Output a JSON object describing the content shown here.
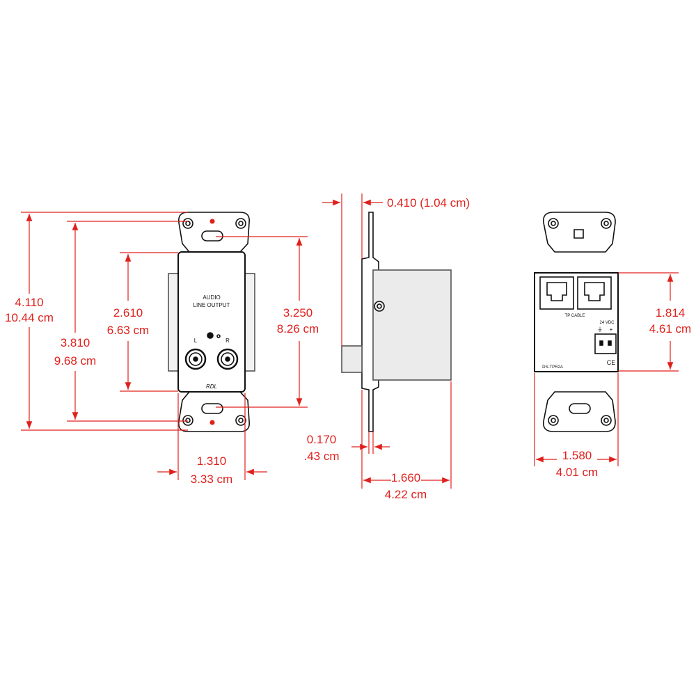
{
  "front": {
    "panel_title_line1": "AUDIO",
    "panel_title_line2": "LINE OUTPUT",
    "label_left": "L",
    "label_right": "R",
    "brand": "RDL"
  },
  "rear": {
    "jack_label": "TP CABLE",
    "power_label": "24 VDC",
    "power_plus": "+",
    "ground_symbol": "⏚",
    "model": "DS-TPR2A",
    "ce_mark": "CE"
  },
  "dimensions": {
    "overall_height_in": "4.110",
    "overall_height_cm": "10.44 cm",
    "mount_spacing_in": "3.810",
    "mount_spacing_cm": "9.68 cm",
    "panel_height_in": "2.610",
    "panel_height_cm": "6.63 cm",
    "screw_spacing_in": "3.250",
    "screw_spacing_cm": "8.26 cm",
    "panel_width_in": "1.310",
    "panel_width_cm": "3.33 cm",
    "front_depth": "0.410 (1.04 cm)",
    "plate_thickness_in": "0.170",
    "plate_thickness_cm": ".43 cm",
    "body_depth_in": "1.660",
    "body_depth_cm": "4.22 cm",
    "rear_height_in": "1.814",
    "rear_height_cm": "4.61 cm",
    "rear_width_in": "1.580",
    "rear_width_cm": "4.01 cm"
  }
}
